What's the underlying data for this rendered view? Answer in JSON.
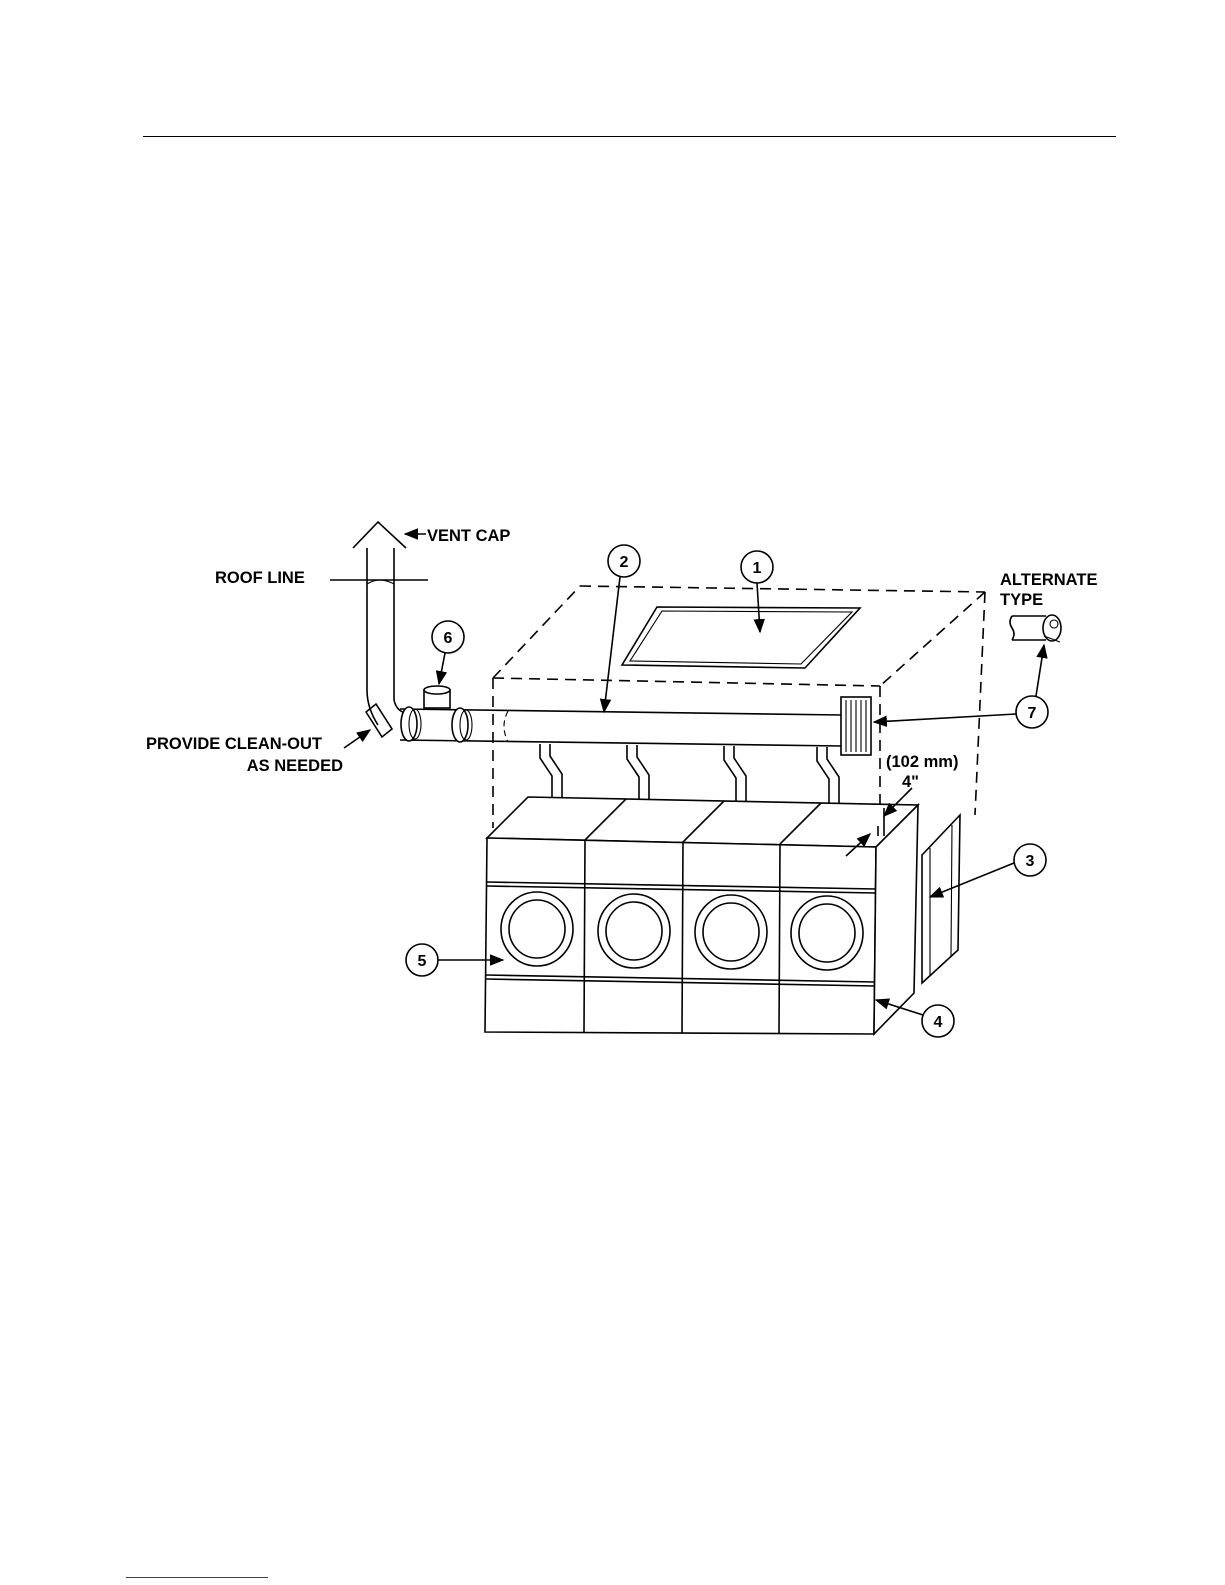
{
  "labels": {
    "vent_cap": "VENT CAP",
    "roof_line": "ROOF LINE",
    "clean_out_line1": "PROVIDE CLEAN-OUT",
    "clean_out_line2": "AS NEEDED",
    "alternate_line1": "ALTERNATE",
    "alternate_line2": "TYPE",
    "dimension_mm": "(102 mm)",
    "dimension_in": "4\""
  },
  "callouts": [
    "1",
    "2",
    "3",
    "4",
    "5",
    "6",
    "7"
  ]
}
